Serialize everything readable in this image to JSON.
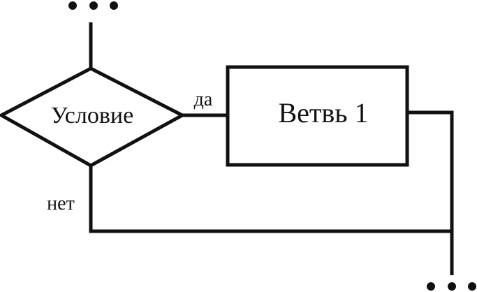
{
  "diagram": {
    "condition_label": "Условие",
    "branch_label": "Ветвь 1",
    "yes_label": "да",
    "no_label": "нет",
    "line_color": "#111111"
  }
}
